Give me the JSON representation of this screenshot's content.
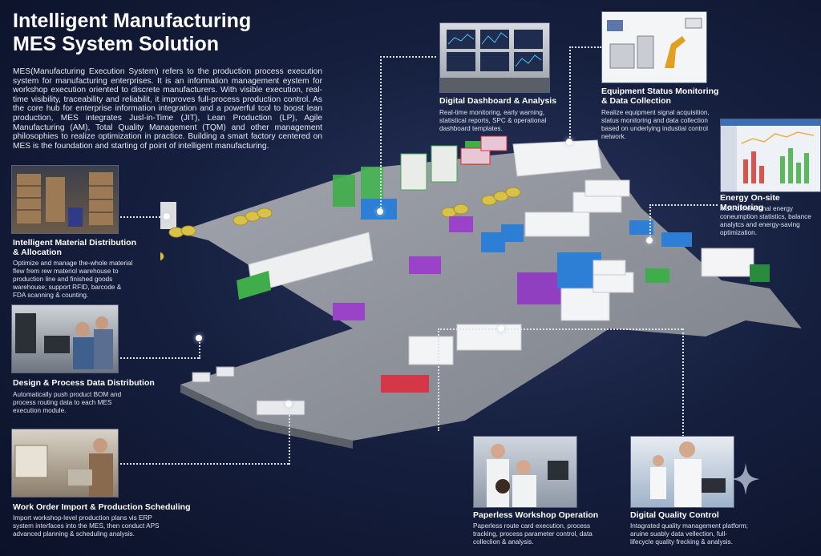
{
  "header": {
    "title_line1": "Intelligent Manufacturing",
    "title_line2": "MES System Solution",
    "intro": "MES(Manufacturing Execution System) refers to the production process execution system for manufacturing enterprises. It is an information management eystem for workshop execution oriented to discrete manufacturers. With visible execution, real-time visibility, traceability and reliabilit, it improves full-process production control. As the core hub for enterprise information integration and a powerful tcol to boost lean production, MES integrates Jusl-in-Time (JIT), Lean Production (LP), Agile Manufacturing (AM), Total Quality Management (TQM) and other management philosophies to realize optimization in practice. Building a smart factory centered on MES is the foundation and starting of point of intelligent manufacturing."
  },
  "modules": {
    "material": {
      "title_line1": "Intelligent Material Distribution",
      "title_line2": "& Allocation",
      "text": "Optimize and manage the-whole material flew frem rew materiol warehouse to production line and finished goods warehouse; support RFID, barcode & FDA scanning & counting."
    },
    "design": {
      "title": "Design & Process Data Distribution",
      "text": "Automatically push product BOM and process routing data to each MES execution module."
    },
    "workorder": {
      "title": "Work Order Import & Production Scheduling",
      "text": "Import workshop-level production plans vis ERP system interfaces into the MES, then conduct APS advanced planning & scheduling analysis."
    },
    "dashboard": {
      "title": "Digital Dashboard & Analysis",
      "text": "Real-time monitoring, early warning, statistical reports, SPC & operational dashboard templates."
    },
    "equipment": {
      "title_line1": "Equipment Status Monitoring",
      "title_line2": "& Data Collection",
      "text": "Realize equipment signal acquisition, status monitoring and data collection based on underlying industial control network."
    },
    "energy": {
      "title": "Energy On-site Monitoring",
      "text": "Multi-dimensional energy coneumption statistics, balance analytcs and energy-saving optimization."
    },
    "paperless": {
      "title": "Paperless Workshop Operation",
      "text": "Paperless route card execution, process tracking, process parameter control, data colleclion & analysis."
    },
    "quality": {
      "title": "Digital Quality Control",
      "text": "Intagrated quality management platform; aruine suably data vellection, full-lifecycle quality frecking & analysis."
    }
  },
  "icons": [
    "sparkle-icon"
  ],
  "colors": {
    "background": "#16203f",
    "floor": "#8d9098",
    "green_rack": "#3fae4a",
    "blue_machine": "#2c7fd4",
    "purple_machine": "#9a42c8",
    "red_accent": "#e0283a",
    "yellow_rolls": "#d9c24a"
  }
}
